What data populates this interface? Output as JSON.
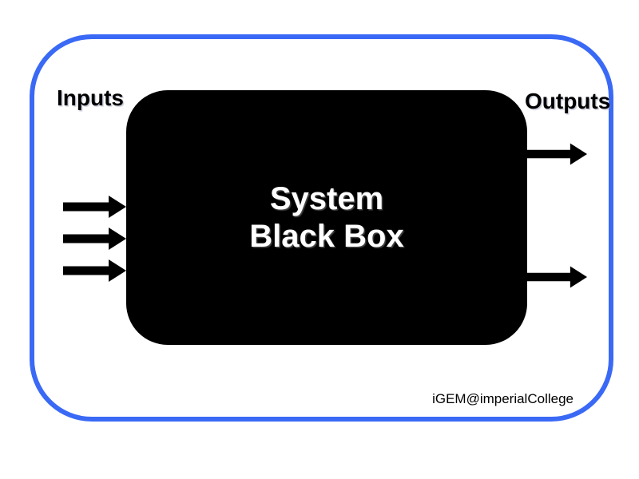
{
  "diagram": {
    "box_title_line1": "System",
    "box_title_line2": "Black Box",
    "inputs_label": "Inputs",
    "outputs_label": "Outputs",
    "credit": "iGEM@imperialCollege",
    "input_arrow_count": 3,
    "output_arrow_count": 2,
    "colors": {
      "frame_border": "#3A69F5",
      "box_fill": "#000000",
      "box_text": "#FFFFFF",
      "label_text": "#000000",
      "arrow": "#000000",
      "background": "#FFFFFF"
    }
  }
}
